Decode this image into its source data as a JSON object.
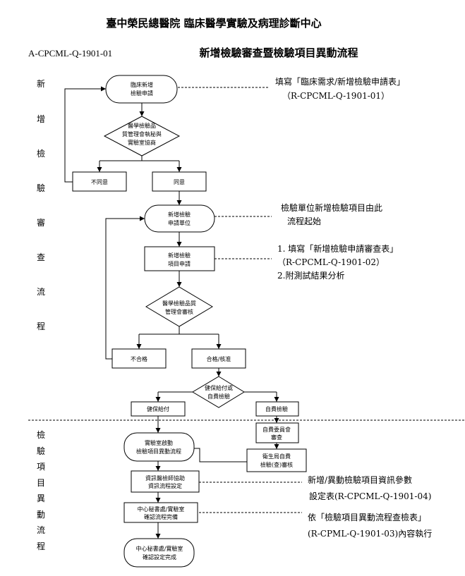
{
  "header": {
    "hospital": "臺中榮民總醫院  臨床醫學實驗及病理診斷中心",
    "doc_code": "A-CPCML-Q-1901-01",
    "title": "新增檢驗審查暨檢驗項目異動流程"
  },
  "sections": {
    "top": [
      "新",
      "增",
      "檢",
      "驗",
      "審",
      "查",
      "流",
      "程"
    ],
    "bottom": [
      "檢",
      "驗",
      "項",
      "目",
      "異",
      "動",
      "流",
      "程"
    ]
  },
  "nodes": {
    "n1": [
      "臨床新增",
      "檢驗申請"
    ],
    "d1": [
      "醫學檢驗品",
      "質管理會執秘與",
      "實驗室協商"
    ],
    "n_disagree": [
      "不同意"
    ],
    "n_agree": [
      "同意"
    ],
    "n2": [
      "新增檢驗",
      "申請單位"
    ],
    "n3": [
      "新增檢驗",
      "項目申請"
    ],
    "d2": [
      "醫學檢驗品質",
      "管理會審核"
    ],
    "n_fail": [
      "不合格"
    ],
    "n_pass": [
      "合格/核准"
    ],
    "d3": [
      "健保給付或",
      "自費檢驗"
    ],
    "n_nhi": [
      "健保給付"
    ],
    "n_self": [
      "自費檢驗"
    ],
    "n_committee": [
      "自費委員會",
      "審查"
    ],
    "n_bureau": [
      "衛生局自費",
      "檢驗(查)審核"
    ],
    "n_lab": [
      "實驗室啟動",
      "檢驗項目異動流程"
    ],
    "n_it": [
      "資訊醫檢師協助",
      "資訊流程設定"
    ],
    "n_confirm": [
      "中心秘書處/實驗室",
      "確認流程完備"
    ],
    "n_done": [
      "中心秘書處/實驗室",
      "確認設定完成"
    ]
  },
  "notes": {
    "note1": [
      "填寫「臨床需求/新增檢驗申請表」",
      "（R-CPCML-Q-1901-01）"
    ],
    "note2": [
      "檢驗單位新增檢驗項目由此",
      "流程起始"
    ],
    "note3": [
      "1. 填寫「新增檢驗申請審查表」",
      "（R-CPCML-Q-1901-02）",
      "2.附測試結果分析"
    ],
    "note4": [
      "新增/異動檢驗項目資訊參數",
      "設定表(R-CPCML-Q-1901-04)"
    ],
    "note5": [
      "依「檢驗項目異動流程查檢表」",
      "(R-CPML-Q-1901-03)內容執行"
    ]
  }
}
